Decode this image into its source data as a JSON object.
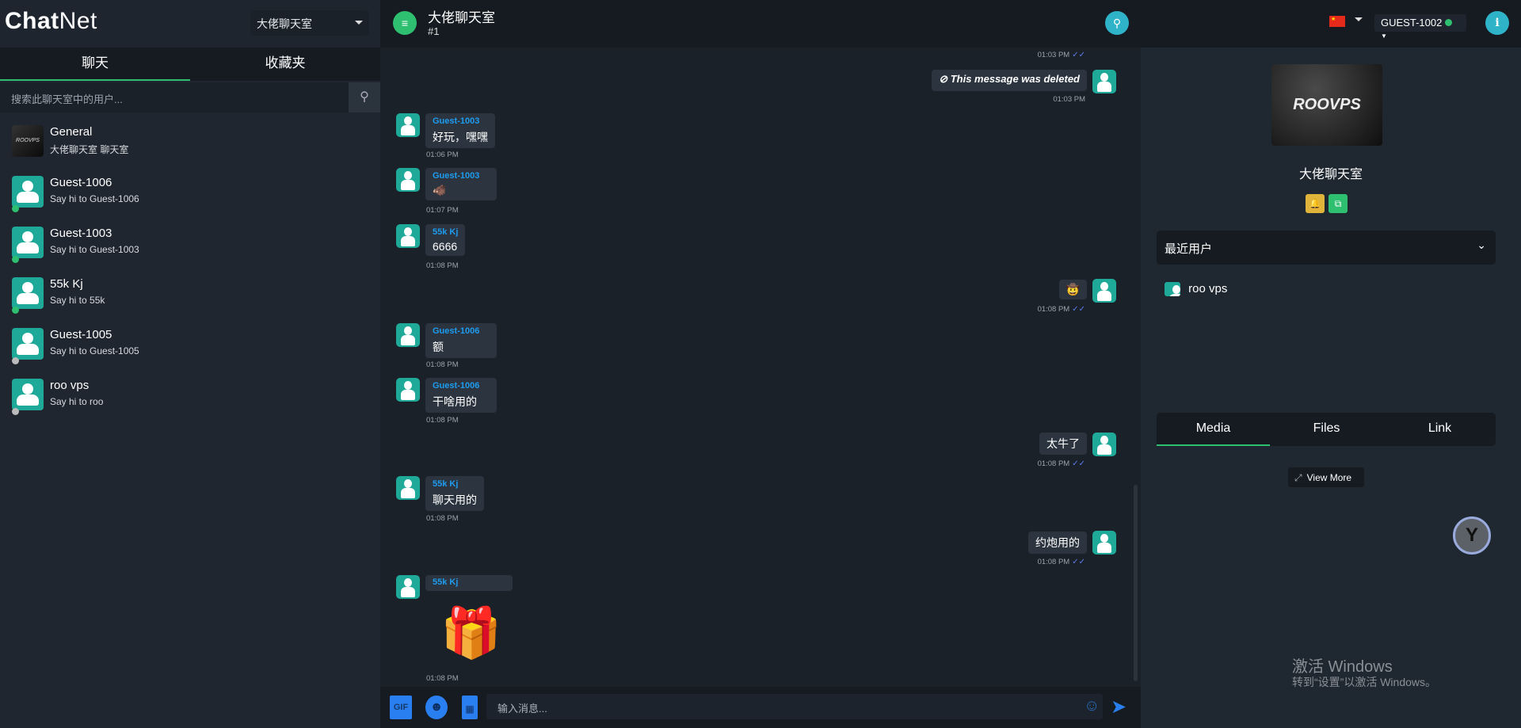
{
  "left": {
    "logo_bold": "Chat",
    "logo_light": "Net",
    "room_select": "大佬聊天室",
    "tabs": [
      "聊天",
      "收藏夹"
    ],
    "search_placeholder": "搜索此聊天室中的用户...",
    "contacts": [
      {
        "name": "General",
        "sub": "大佬聊天室 聊天室",
        "image_text": "ROOVPS"
      },
      {
        "name": "Guest-1006",
        "sub": "Say hi to Guest-1006",
        "status": "online"
      },
      {
        "name": "Guest-1003",
        "sub": "Say hi to Guest-1003",
        "status": "online"
      },
      {
        "name": "55k Kj",
        "sub": "Say hi to 55k",
        "status": "online"
      },
      {
        "name": "Guest-1005",
        "sub": "Say hi to Guest-1005",
        "status": "offline"
      },
      {
        "name": "roo vps",
        "sub": "Say hi to roo",
        "status": "offline"
      }
    ]
  },
  "chat": {
    "title": "大佬聊天室",
    "subtitle": "#1",
    "messages": [
      {
        "side": "right",
        "time": "01:03 PM"
      },
      {
        "side": "right",
        "text": "This message was deleted",
        "time": "01:03 PM"
      },
      {
        "side": "left",
        "sender": "Guest-1003",
        "text": "好玩，嘿嘿",
        "time": "01:06 PM"
      },
      {
        "side": "left",
        "sender": "Guest-1003",
        "text": "🐗",
        "time": "01:07 PM"
      },
      {
        "side": "left",
        "sender": "55k Kj",
        "text": "6666",
        "time": "01:08 PM"
      },
      {
        "side": "right",
        "text": "🤠",
        "time": "01:08 PM"
      },
      {
        "side": "left",
        "sender": "Guest-1006",
        "text": "额",
        "time": "01:08 PM"
      },
      {
        "side": "left",
        "sender": "Guest-1006",
        "text": "干啥用的",
        "time": "01:08 PM"
      },
      {
        "side": "right",
        "text": "太牛了",
        "time": "01:08 PM"
      },
      {
        "side": "left",
        "sender": "55k Kj",
        "text": "聊天用的",
        "time": "01:08 PM"
      },
      {
        "side": "right",
        "text": "约炮用的",
        "time": "01:08 PM"
      },
      {
        "side": "left",
        "sender": "55k Kj",
        "text": "🎁",
        "time": "01:08 PM"
      }
    ],
    "input_placeholder": "输入消息..."
  },
  "right": {
    "user": "GUEST-1002",
    "room_image_text": "ROOVPS",
    "room_name": "大佬聊天室",
    "recent_users_label": "最近用户",
    "recent_users": [
      "roo vps"
    ],
    "tabs": [
      "Media",
      "Files",
      "Link"
    ],
    "view_more": "View More"
  },
  "watermark": {
    "line1": "激活 Windows",
    "line2": "转到“设置”以激活 Windows。"
  },
  "colors": {
    "accent": "#2fbf71",
    "link": "#1e9cf0",
    "avatar": "#1fa999"
  }
}
